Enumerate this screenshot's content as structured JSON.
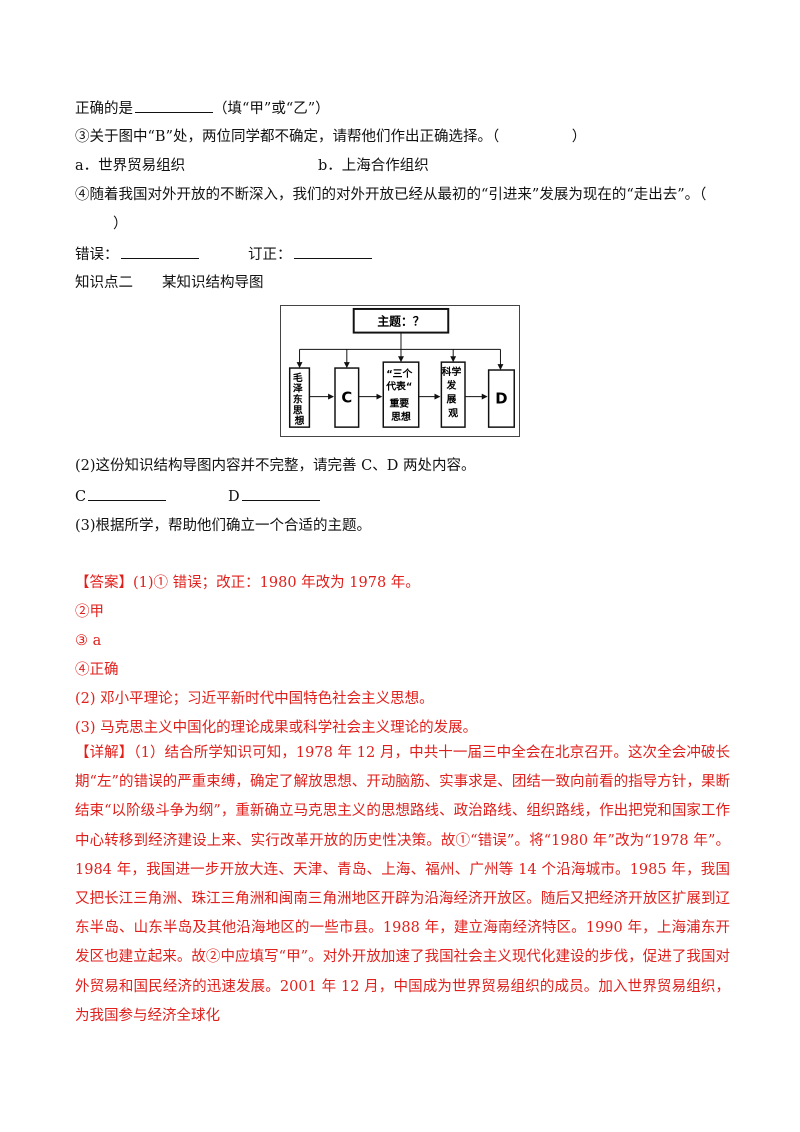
{
  "questions": {
    "line1_prefix": "正确的是",
    "line1_suffix": "（填“甲”或“乙”）",
    "q3": "③关于图中“B”处，两位同学都不确定，请帮他们作出正确选择。（　　　　　）",
    "option_a": "a．世界贸易组织",
    "option_b": "b．上海合作组织",
    "q4_line1": "④随着我国对外开放的不断深入，我们的对外开放已经从最初的“引进来”发展为现在的“走出去”。（",
    "q4_line2": "）",
    "error_label": "错误：",
    "correct_label": "订正：",
    "kp2_title": "知识点二　　某知识结构导图",
    "q2": "(2)这份知识结构导图内容并不完整，请完善 C、D 两处内容。",
    "c_label": "C",
    "d_label": "D",
    "q3b": "(3)根据所学，帮助他们确立一个合适的主题。"
  },
  "diagram": {
    "theme": "主题：？",
    "nodes": [
      "毛泽东思想",
      "C",
      "“三个代表”重要思想",
      "科学发展观",
      "D"
    ],
    "node1_lines": [
      "毛",
      "泽",
      "东",
      "思",
      "想"
    ],
    "node3_lines": [
      "“三个",
      "代表“",
      "重要",
      "思想"
    ],
    "node4_lines": [
      "科学",
      "发",
      "展",
      "观"
    ]
  },
  "answers": {
    "a1": "【答案】(1)①  错误；改正：1980 年改为 1978 年。",
    "a2": "②甲",
    "a3": "③ a",
    "a4": "④正确",
    "a5": "(2) 邓小平理论；习近平新时代中国特色社会主义思想。",
    "a6": "(3) 马克思主义中国化的理论成果或科学社会主义理论的发展。",
    "detail_label": "【详解】",
    "detail_text": "（1）结合所学知识可知，1978 年 12 月，中共十一届三中全会在北京召开。这次全会冲破长期“左”的错误的严重束缚，确定了解放思想、开动脑筋、实事求是、团结一致向前看的指导方针，果断结束“以阶级斗争为纲”，重新确立马克思主义的思想路线、政治路线、组织路线，作出把党和国家工作中心转移到经济建设上来、实行改革开放的历史性决策。故①“错误”。将“1980 年”改为“1978 年”。1984 年，我国进一步开放大连、天津、青岛、上海、福州、广州等 14 个沿海城市。1985 年，我国又把长江三角洲、珠江三角洲和闽南三角洲地区开辟为沿海经济开放区。随后又把经济开放区扩展到辽东半岛、山东半岛及其他沿海地区的一些市县。1988 年，建立海南经济特区。1990 年，上海浦东开发区也建立起来。故②中应填写“甲”。对外开放加速了我国社会主义现代化建设的步伐，促进了我国对外贸易和国民经济的迅速发展。2001 年 12 月，中国成为世界贸易组织的成员。加入世界贸易组织，为我国参与经济全球化"
  }
}
